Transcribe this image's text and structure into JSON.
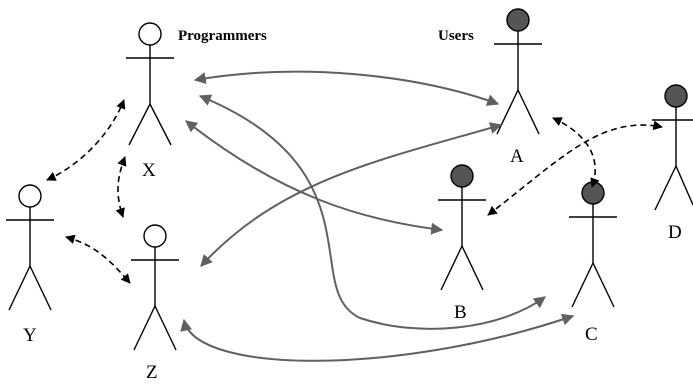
{
  "groups": {
    "programmers_label": "Programmers",
    "users_label": "Users"
  },
  "actors": {
    "X": {
      "label": "X",
      "role": "programmer"
    },
    "Y": {
      "label": "Y",
      "role": "programmer"
    },
    "Z": {
      "label": "Z",
      "role": "programmer"
    },
    "A": {
      "label": "A",
      "role": "user"
    },
    "B": {
      "label": "B",
      "role": "user"
    },
    "C": {
      "label": "C",
      "role": "user"
    },
    "D": {
      "label": "D",
      "role": "user"
    }
  },
  "colors": {
    "programmer_head": "#ffffff",
    "user_head": "#555555",
    "solid_arrow": "#606060",
    "dashed_arrow": "#000000"
  }
}
